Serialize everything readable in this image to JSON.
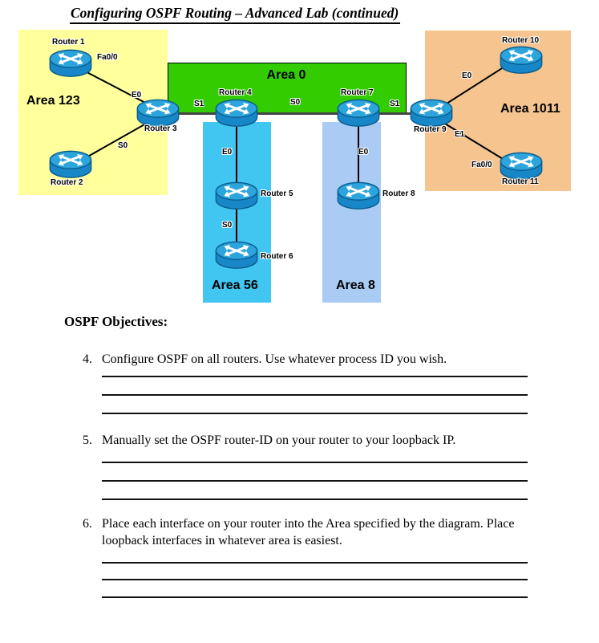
{
  "title": {
    "text": "Configuring OSPF Routing – Advanced Lab (continued)"
  },
  "colors": {
    "area123": "#FFFF9C",
    "area0": "#33CC00",
    "area1011": "#F6C48E",
    "area56": "#41C6F2",
    "area8": "#A9CBF4",
    "router_top": "#2CA4DC",
    "router_body": "#1787C8",
    "router_outline": "#0B5E8E"
  },
  "diagram": {
    "areas": [
      {
        "label": "Area 123"
      },
      {
        "label": "Area 0"
      },
      {
        "label": "Area 1011"
      },
      {
        "label": "Area 56"
      },
      {
        "label": "Area 8"
      }
    ],
    "routers": [
      {
        "label": "Router 1"
      },
      {
        "label": "Router 2"
      },
      {
        "label": "Router 3"
      },
      {
        "label": "Router 4"
      },
      {
        "label": "Router 5"
      },
      {
        "label": "Router 6"
      },
      {
        "label": "Router 7"
      },
      {
        "label": "Router 8"
      },
      {
        "label": "Router 9"
      },
      {
        "label": "Router 10"
      },
      {
        "label": "Router 11"
      }
    ],
    "interfaces": [
      {
        "label": "Fa0/0"
      },
      {
        "label": "E0"
      },
      {
        "label": "S0"
      },
      {
        "label": "S1"
      },
      {
        "label": "S0"
      },
      {
        "label": "S1"
      },
      {
        "label": "E0"
      },
      {
        "label": "S0"
      },
      {
        "label": "E0"
      },
      {
        "label": "E0"
      },
      {
        "label": "E1"
      },
      {
        "label": "Fa0/0"
      }
    ]
  },
  "objectives": {
    "heading": "OSPF Objectives:",
    "items": [
      {
        "number": "4.",
        "text": "Configure OSPF on all routers. Use whatever process ID you wish."
      },
      {
        "number": "5.",
        "text": "Manually set the OSPF router-ID on your router to your loopback IP."
      },
      {
        "number": "6.",
        "text": "Place each interface on your router into the Area specified by the diagram. Place loopback interfaces in whatever area is easiest."
      }
    ]
  }
}
